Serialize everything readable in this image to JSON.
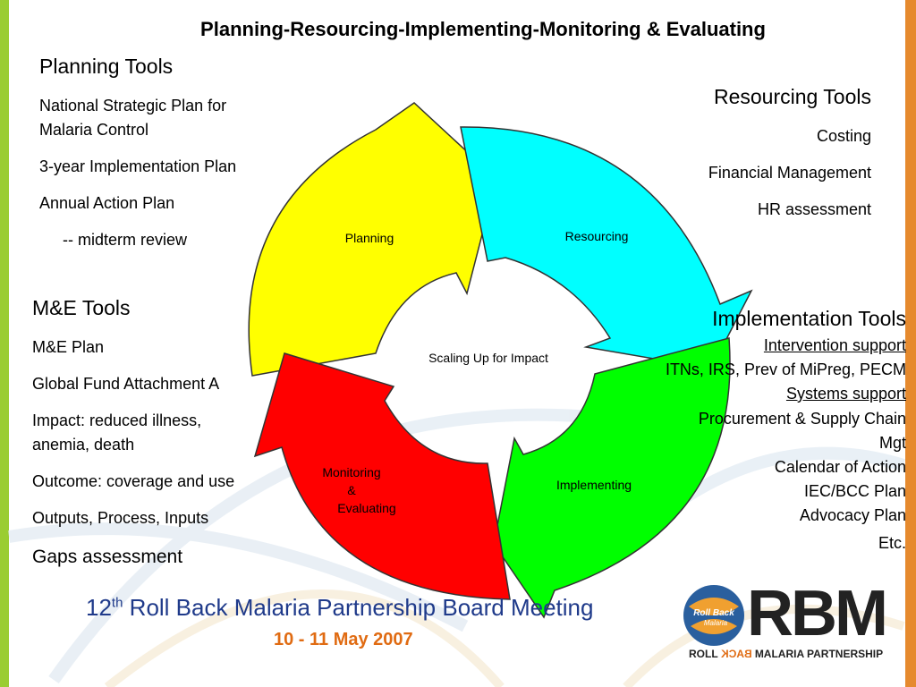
{
  "colors": {
    "left_bar": "#9acd32",
    "right_bar": "#e68a2e",
    "planning": "#ffff00",
    "resourcing": "#00ffff",
    "implementing": "#00ff00",
    "monitoring": "#ff0000",
    "footer_blue": "#1f3a8a",
    "footer_orange": "#e06b12"
  },
  "title": "Planning-Resourcing-Implementing-Monitoring & Evaluating",
  "planning_tools": {
    "heading": "Planning Tools",
    "line1a": "National Strategic Plan for",
    "line1b": "Malaria Control",
    "line2": "3-year Implementation Plan",
    "line3": "Annual Action Plan",
    "line4": "-- midterm review"
  },
  "resourcing_tools": {
    "heading": "Resourcing Tools",
    "items": [
      "Costing",
      "Financial Management",
      "HR assessment"
    ]
  },
  "implementation_tools": {
    "heading": "Implementation Tools",
    "sub1": "Intervention support",
    "line1": "ITNs, IRS, Prev of MiPreg, PECM",
    "sub2": "Systems support",
    "line2a": "Procurement & Supply Chain",
    "line2b": "Mgt",
    "line3": "Calendar of Action",
    "line4": "IEC/BCC Plan",
    "line5": "Advocacy Plan",
    "line6": "Etc."
  },
  "me_tools": {
    "heading": "M&E Tools",
    "line1": "M&E Plan",
    "line2": "Global Fund Attachment A",
    "line3a": "Impact: reduced illness,",
    "line3b": "anemia, death",
    "line4": "Outcome: coverage and use",
    "line5": "Outputs, Process, Inputs",
    "line6": "Gaps assessment"
  },
  "cycle": {
    "center": "Scaling Up for Impact",
    "planning": "Planning",
    "resourcing": "Resourcing",
    "implementing": "Implementing",
    "monitoring_1": "Monitoring",
    "monitoring_2": "&",
    "monitoring_3": "Evaluating"
  },
  "footer": {
    "meeting_num": "12",
    "meeting_sup": "th",
    "meeting_text": " Roll Back Malaria Partnership Board Meeting",
    "date": "10 - 11 May 2007"
  },
  "logo": {
    "globe_text_1": "Roll Back",
    "globe_text_2": "Malaria",
    "letters": "RBM",
    "sub_1": "ROLL",
    "sub_2": "BACK",
    "sub_3": "MALARIA PARTNERSHIP"
  }
}
